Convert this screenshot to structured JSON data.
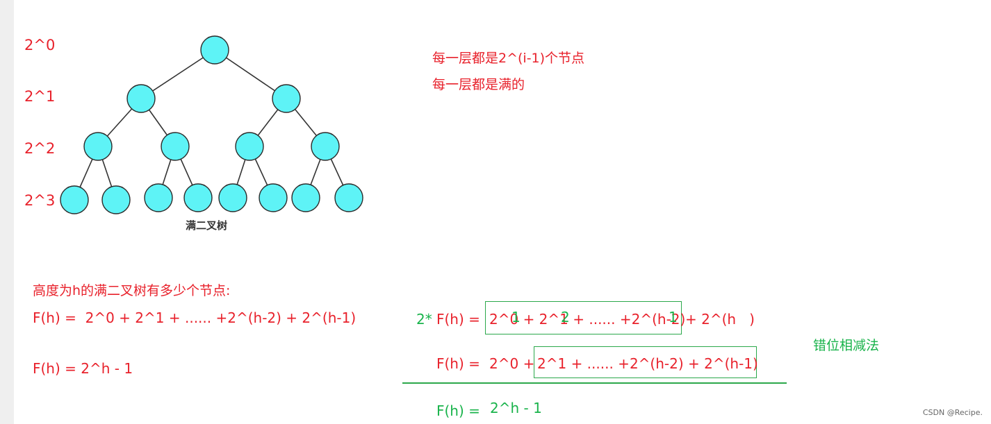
{
  "levels": [
    "2^0",
    "2^1",
    "2^2",
    "2^3"
  ],
  "tree_caption": "满二叉树",
  "notes": {
    "line1": "每一层都是2^(i-1)个节点",
    "line2": "每一层都是满的"
  },
  "question": "高度为h的满二叉树有多少个节点:",
  "formula_sum": "F(h) =  2^0 + 2^1 + ...... +2^(h-2) + 2^(h-1)",
  "formula_result": "F(h) = 2^h - 1",
  "right": {
    "row1_prefix": "2*",
    "row1_lhs": "F(h) =",
    "row1_boxed": "2^0 + 2^1 + ...... +2^(h-2)",
    "row1_corr_a": "1",
    "row1_corr_b": "2",
    "row1_corr_c": "1",
    "row1_tail": "+ 2^(h   )",
    "row2_lhs": "F(h) =",
    "row2_first": "2^0 +",
    "row2_boxed": "2^1 + ...... +2^(h-2) + 2^(h-1)",
    "method": "错位相减法",
    "row3_lhs": "F(h) =",
    "row3_rhs": "2^h - 1"
  },
  "watermark": "CSDN @Recipe.",
  "colors": {
    "node_fill": "#5ef3f6",
    "node_stroke": "#2b2b2b",
    "red": "#e8212b",
    "green": "#19b34b"
  }
}
